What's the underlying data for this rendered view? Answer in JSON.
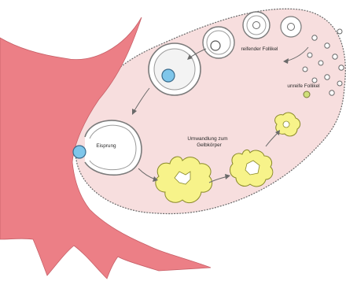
{
  "labels": {
    "maturing_follicle": "reifender Follikel",
    "primordial_follicles": "unreife Follikel",
    "ovulation": "Eisprung",
    "corpus_luteum_line1": "Umwandlung zum",
    "corpus_luteum_line2": "Gelbkörper"
  },
  "colors": {
    "ovary": "#f7dede",
    "outline": "#5a5a5a",
    "fallopian": "#ec7f86",
    "egg": "#7fc6ea",
    "corpus_luteum": "#f7f38a"
  }
}
